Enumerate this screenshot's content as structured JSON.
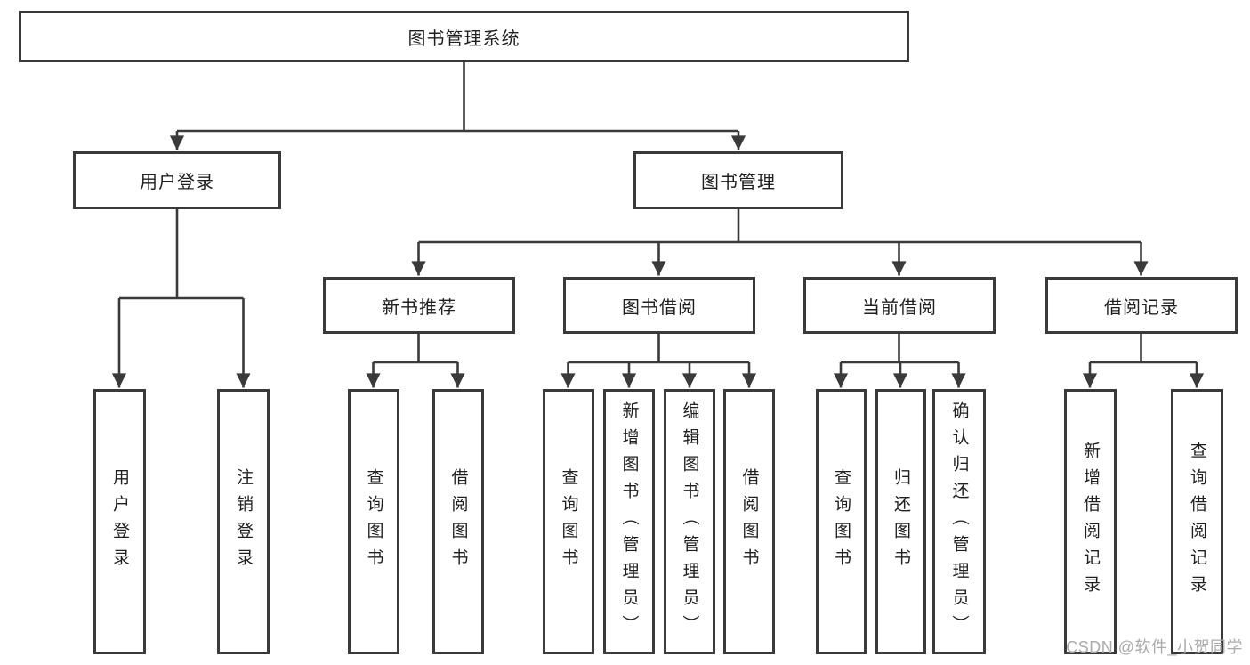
{
  "root": {
    "label": "图书管理系统"
  },
  "branches": [
    {
      "label": "用户登录",
      "children": [
        "用户登录",
        "注销登录"
      ]
    },
    {
      "label": "图书管理",
      "sections": [
        {
          "label": "新书推荐",
          "children": [
            "查询图书",
            "借阅图书"
          ]
        },
        {
          "label": "图书借阅",
          "children": [
            "查询图书",
            "新增图书（管理员）",
            "编辑图书（管理员）",
            "借阅图书"
          ]
        },
        {
          "label": "当前借阅",
          "children": [
            "查询图书",
            "归还图书",
            "确认归还（管理员）"
          ]
        },
        {
          "label": "借阅记录",
          "children": [
            "新增借阅记录",
            "查询借阅记录"
          ]
        }
      ]
    }
  ],
  "watermark": "CSDN @软件_小贺同学",
  "colors": {
    "line": "#3a3a3a",
    "text": "#1f1f1f",
    "watermark": "#ababab",
    "background": "#ffffff"
  }
}
